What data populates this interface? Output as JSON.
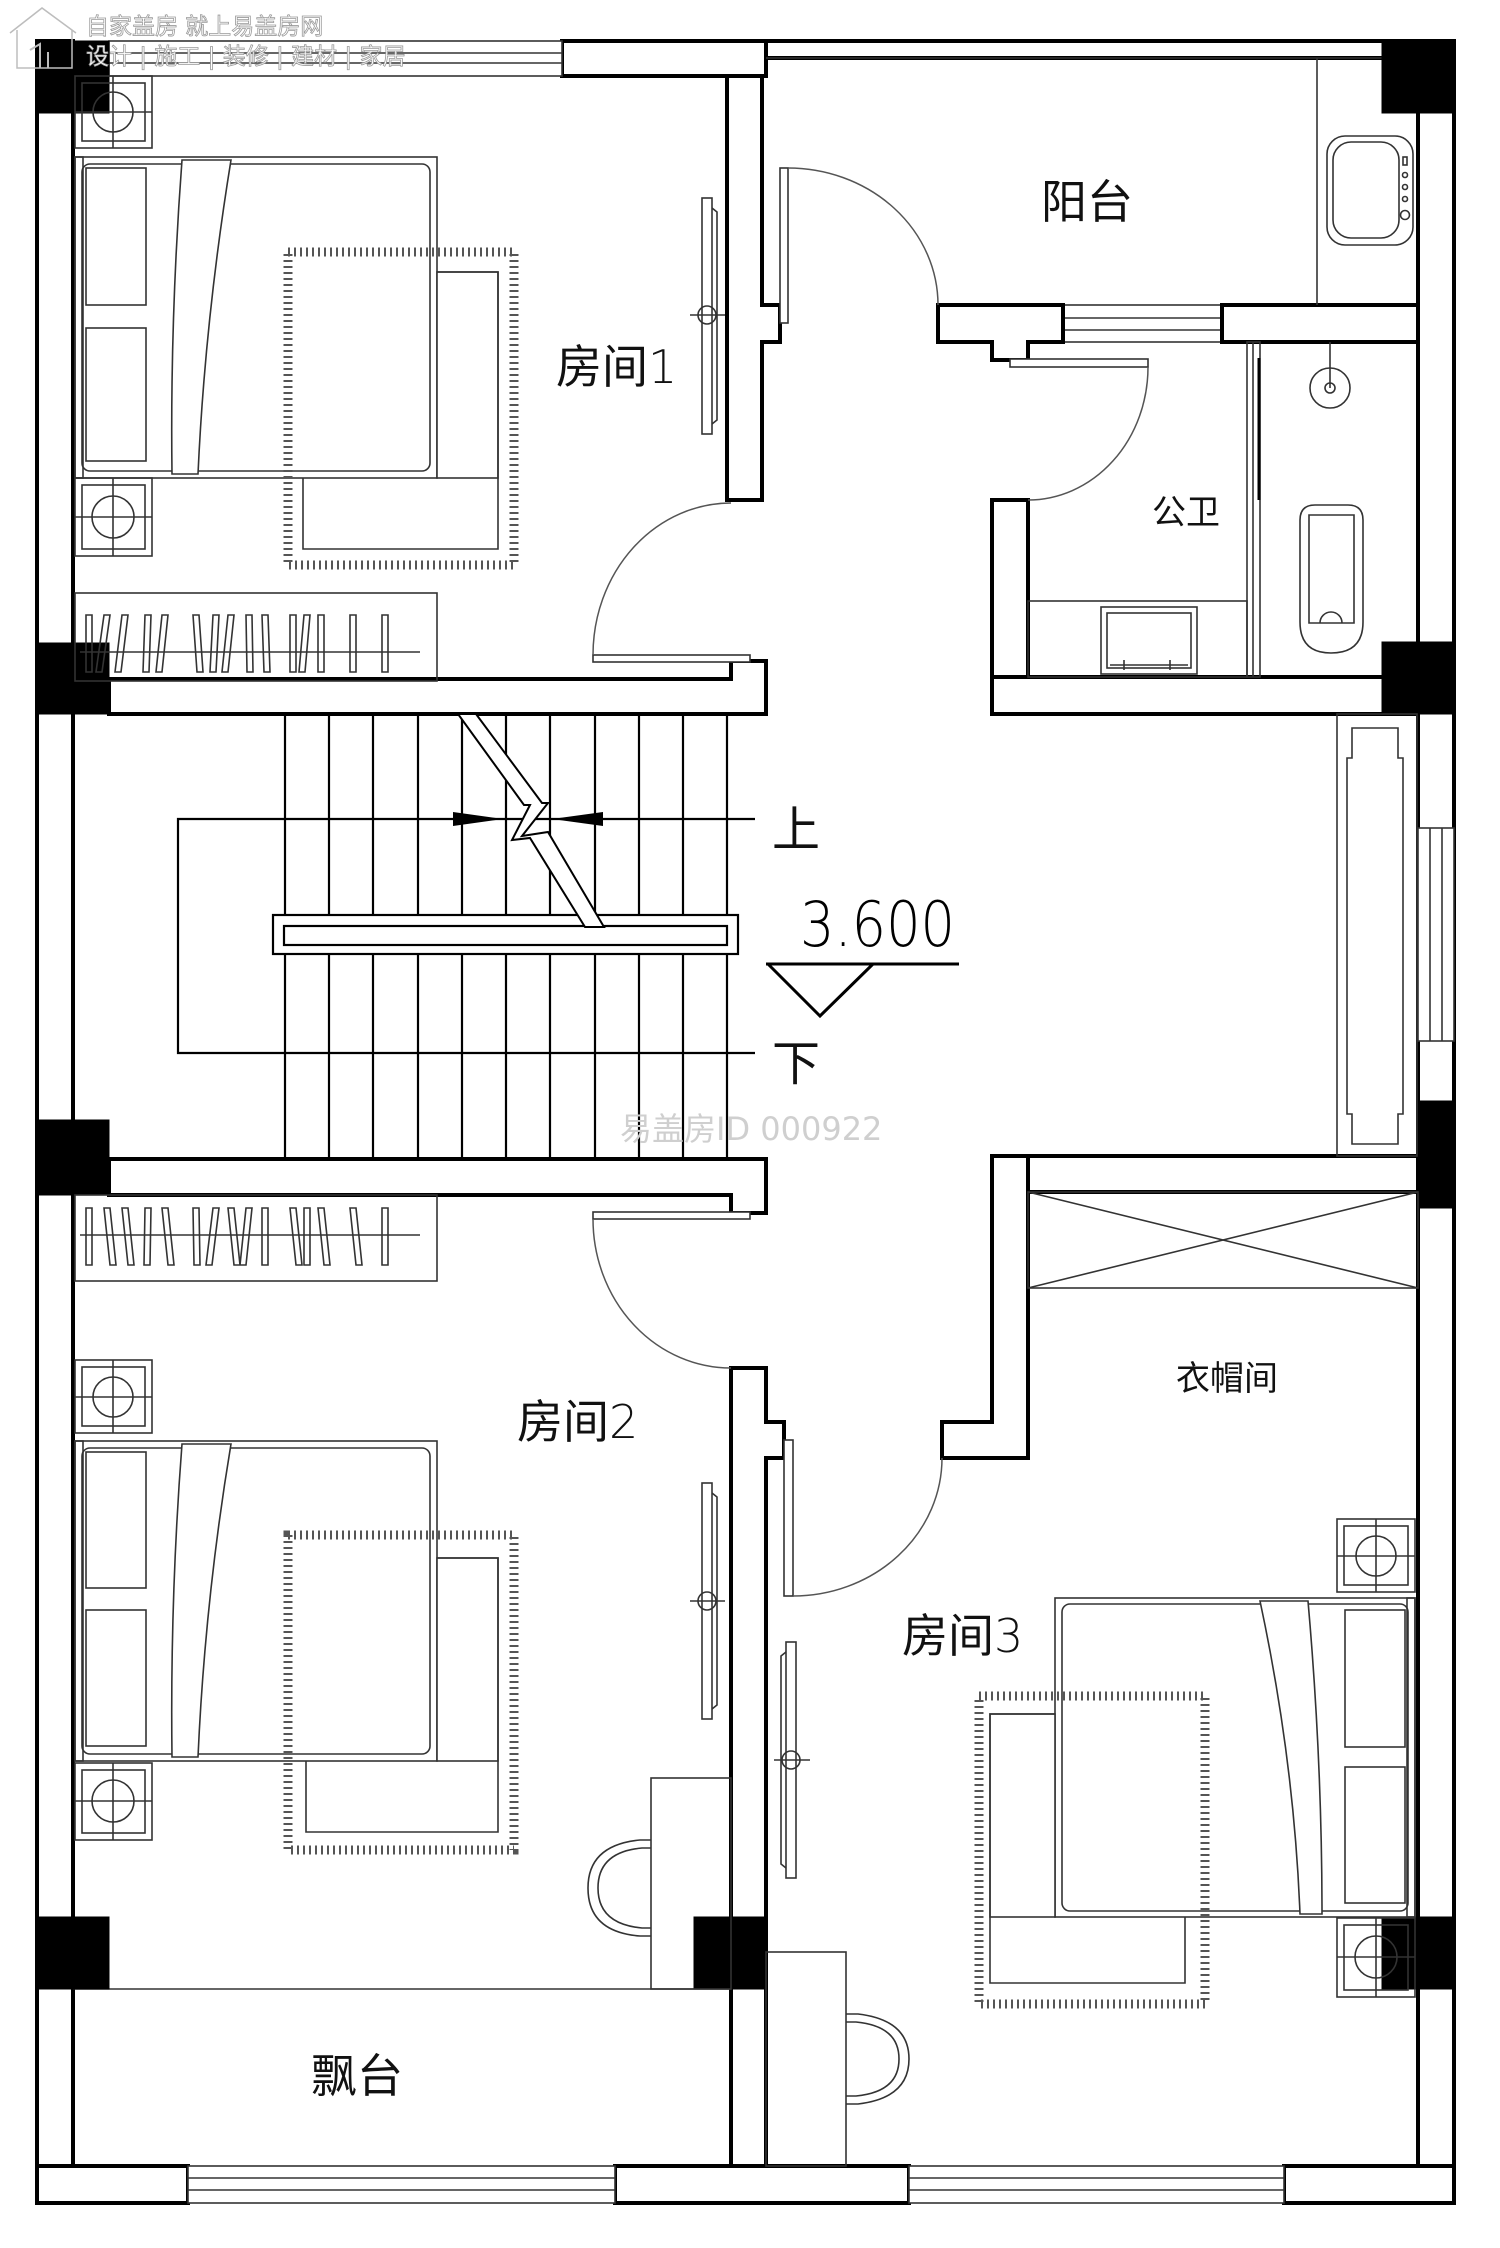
{
  "watermark": {
    "brand_line": "自家盖房 就上易盖房网",
    "services_line": "设计 | 施工 | 装修 | 建材 | 家居",
    "id_text": "易盖房ID 000922"
  },
  "floor": {
    "elevation": "3.600",
    "stair_up": "上",
    "stair_down": "下"
  },
  "rooms": {
    "room1": "房间1",
    "room2": "房间2",
    "room3": "房间3",
    "balcony": "阳台",
    "bathroom": "公卫",
    "cloakroom": "衣帽间",
    "bay_window": "飘台"
  },
  "colors": {
    "wall_line": "#000000",
    "column_fill": "#000000",
    "furniture_line": "#333333",
    "watermark": "#c8c8c8",
    "background": "#ffffff"
  }
}
